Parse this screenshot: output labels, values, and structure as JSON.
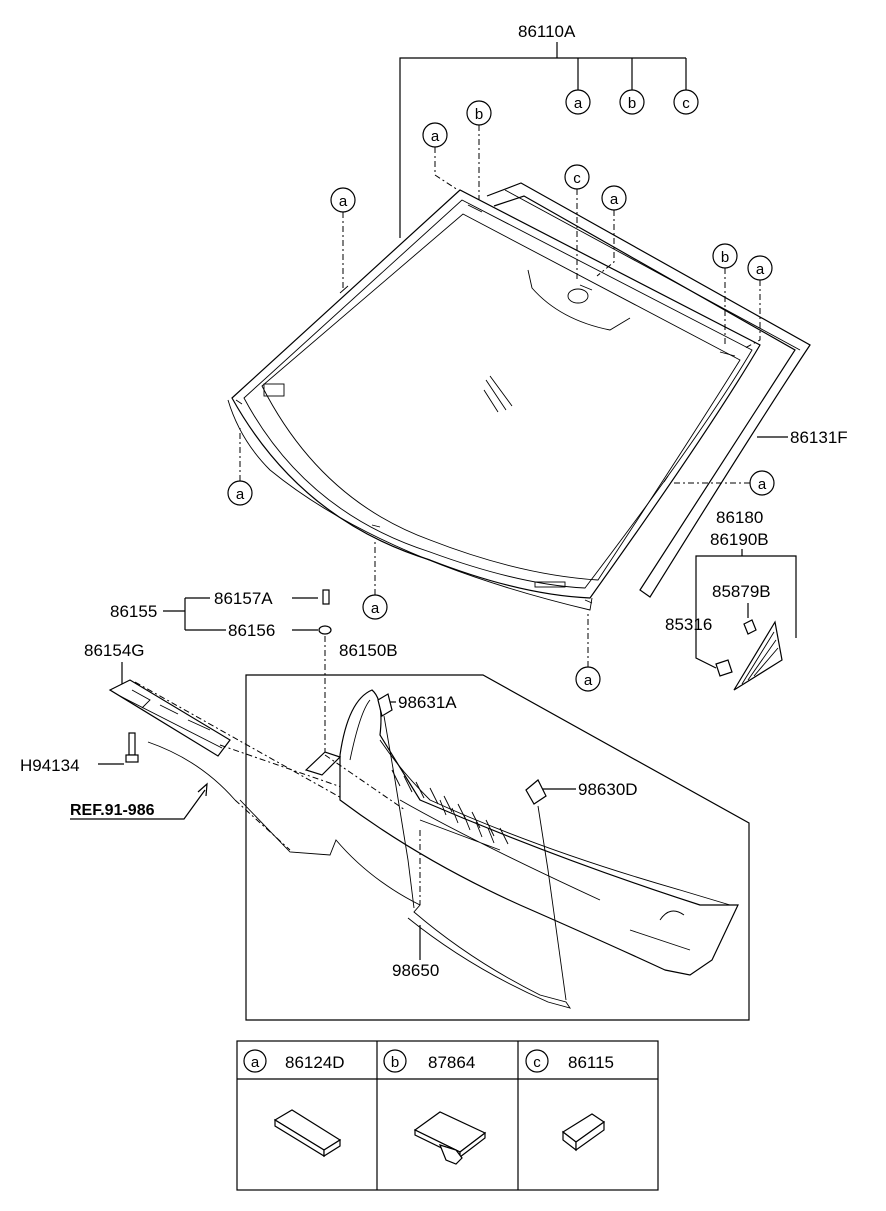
{
  "labels": {
    "windshield_assy": "86110A",
    "molding": "86131F",
    "kit_a": "86180",
    "kit_b": "86190B",
    "clip_upper": "85879B",
    "clip_lower": "85316",
    "group_cowl": "86155",
    "screw_top": "86157A",
    "screw_bottom": "86156",
    "cowl_side": "86154G",
    "cowl_panel": "86150B",
    "nozzle_a": "98631A",
    "nozzle_d": "98630D",
    "hose": "98650",
    "bolt": "H94134",
    "ref": "REF.91-986"
  },
  "callout_letters": [
    "a",
    "b",
    "c"
  ],
  "legend": [
    {
      "letter": "a",
      "part": "86124D"
    },
    {
      "letter": "b",
      "part": "87864"
    },
    {
      "letter": "c",
      "part": "86115"
    }
  ]
}
